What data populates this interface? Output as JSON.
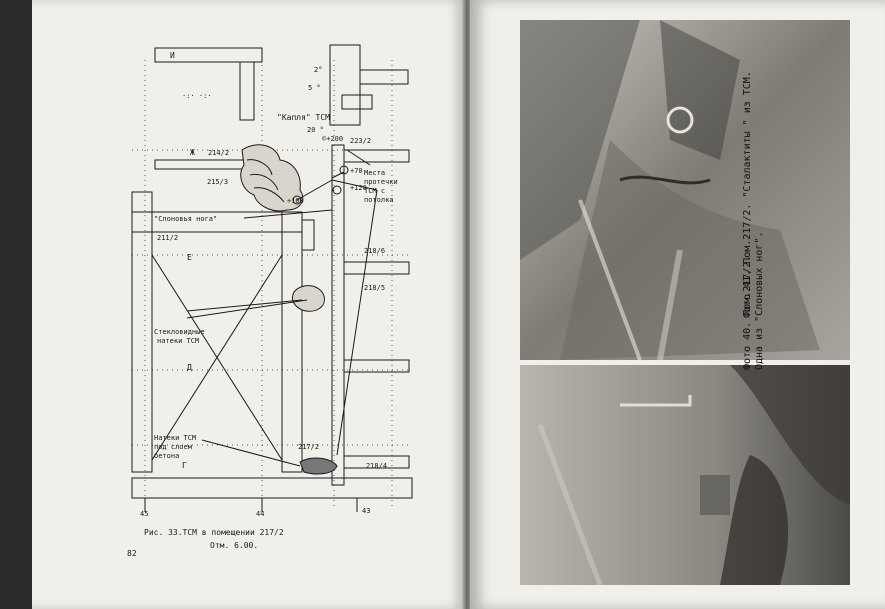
{
  "left_page": {
    "page_number": "82",
    "figure_caption": "Рис. 33.ТСМ в помещении 217/2",
    "elevation": "Отм. 6.00.",
    "grid_labels": {
      "row_i": "И",
      "row_zh": "Ж",
      "row_e": "Е",
      "row_d": "Д",
      "row_g": "Г",
      "col_45": "45",
      "col_44": "44",
      "col_43": "43"
    },
    "rooms": {
      "r214_2": "214/2",
      "r215_3": "215/3",
      "r211_2": "211/2",
      "r223_2": "223/2",
      "r218_6": "218/6",
      "r218_5": "218/5",
      "r217_2": "217/2",
      "r218_4": "218/4"
    },
    "annotations": {
      "kaplya_1": "\"Капля\" ТСМ",
      "kaplya_2": "20 °",
      "deg2": "2°",
      "deg5": "5 °",
      "c200": "©+200",
      "c70": "+70",
      "c120": "+120",
      "c100": "+100",
      "leaks_1": "Места",
      "leaks_2": "протечки",
      "leaks_3": "ТСМ с",
      "leaks_4": "потолка",
      "elephant_foot": "\"Слоновья нога\"",
      "glassy_1": "Стекловидные",
      "glassy_2": "натеки ТСМ",
      "flows_1": "Натеки ТСМ",
      "flows_2": "под слоем",
      "flows_3": "бетона"
    }
  },
  "right_page": {
    "caption_41": "Фото 41. Пом.217/2. \"Сталактиты \" из ТСМ.",
    "caption_40_line1": "Фото 40. Пом.217/2.",
    "caption_40_line2": "Одна из \"Слоновых ног\"."
  }
}
